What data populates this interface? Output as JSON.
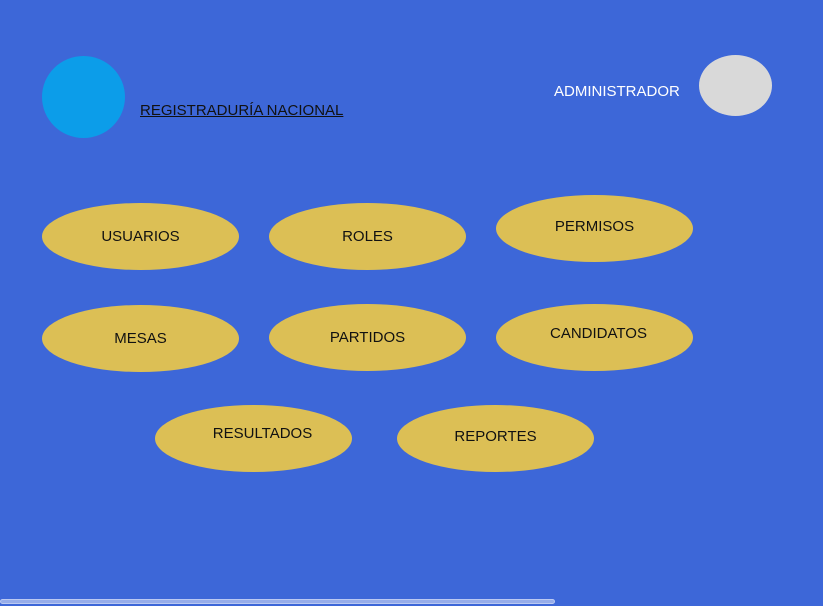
{
  "header": {
    "title": "REGISTRADURÍA NACIONAL",
    "user_role": "ADMINISTRADOR",
    "logo_color": "#0c9de9",
    "avatar_color": "#d9d9d9"
  },
  "menu": {
    "items": [
      {
        "label": "USUARIOS"
      },
      {
        "label": "ROLES"
      },
      {
        "label": "PERMISOS"
      },
      {
        "label": "MESAS"
      },
      {
        "label": "PARTIDOS"
      },
      {
        "label": "CANDIDATOS"
      },
      {
        "label": "RESULTADOS"
      },
      {
        "label": "REPORTES"
      }
    ],
    "item_color": "#dcbf55"
  },
  "theme": {
    "background": "#3d67d8"
  }
}
